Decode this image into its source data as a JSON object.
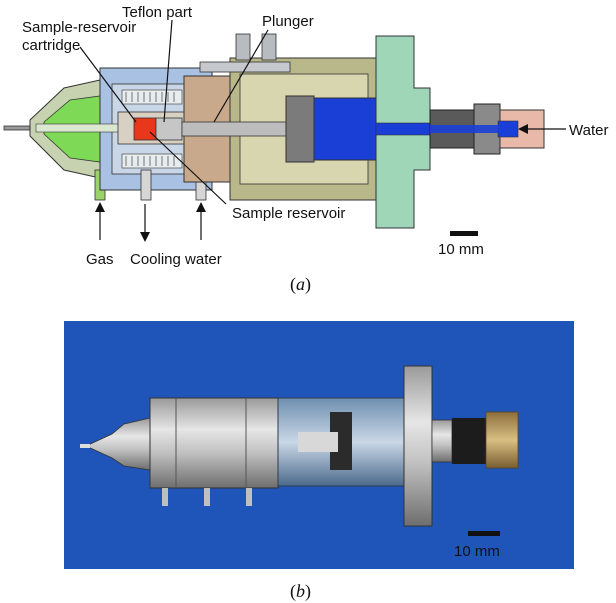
{
  "panel_a": {
    "labels": {
      "teflon_part": "Teflon part",
      "plunger": "Plunger",
      "cartridge_line1": "Sample-reservoir",
      "cartridge_line2": "cartridge",
      "water": "Water",
      "sample_reservoir": "Sample reservoir",
      "gas": "Gas",
      "cooling_water": "Cooling water",
      "scale": "10 mm"
    },
    "caption_letter": "a"
  },
  "panel_b": {
    "scale": "10 mm",
    "caption_letter": "b",
    "background_color": "#1f55b8"
  },
  "colors": {
    "nozzle_green": "#7ed957",
    "body_blue": "#a9c2e3",
    "flange_green": "#9fd6b8",
    "olive": "#b9b88a",
    "tan": "#c9a98c",
    "plunger_blue": "#1a3fd6",
    "sample_red": "#e8371b",
    "fitting_pink": "#e8b8a8"
  }
}
